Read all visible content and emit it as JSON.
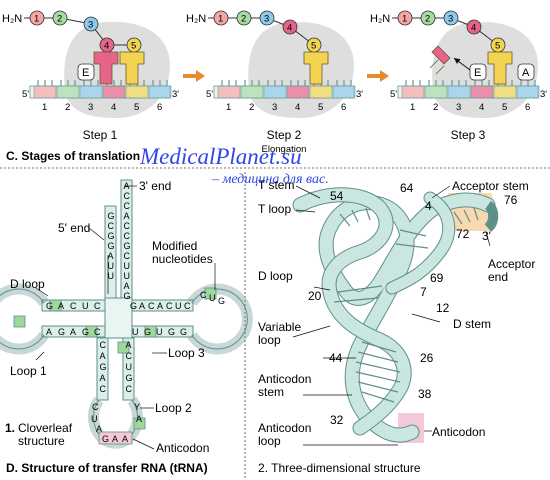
{
  "translation": {
    "h2n": "H₂N",
    "chain_numbers": [
      "1",
      "2",
      "3",
      "4",
      "5"
    ],
    "steps": [
      "Step 1",
      "Step 2",
      "Step 3"
    ],
    "step2_sub": "Elongation",
    "site_e": "E",
    "site_a": "A",
    "prime5": "5'",
    "prime3": "3'",
    "codon_numbers": [
      "1",
      "2",
      "3",
      "4",
      "5",
      "6"
    ],
    "section_title": "C. Stages of translation"
  },
  "watermark": {
    "site": "MedicalPlanet.su",
    "tagline": "– медицина для вас."
  },
  "cloverleaf": {
    "end3": "3' end",
    "end5": "5' end",
    "modified": "Modified\nnucleotides",
    "d_loop": "D loop",
    "loop1": "Loop 1",
    "loop2": "Loop 2",
    "loop3": "Loop 3",
    "anticodon": "Anticodon",
    "caption_num": "1.",
    "caption": "Cloverleaf\nstructure",
    "acceptor_bases": [
      "A",
      "C",
      "C",
      "A",
      "C",
      "C",
      "G",
      "C",
      "U",
      "U",
      "A",
      "G"
    ],
    "acceptor_pair_bases": [
      "G",
      "C",
      "G",
      "G",
      "A",
      "U",
      "U"
    ],
    "d_arm_top": [
      "G",
      "A",
      "C",
      "U",
      "C"
    ],
    "d_arm_bottom": [
      "A",
      "G",
      "A",
      "G",
      "C"
    ],
    "t_arm_top": [
      "G",
      "A",
      "C",
      "A",
      "C",
      "U",
      "C"
    ],
    "t_arm_bottom": [
      "U",
      "G",
      "U",
      "G",
      "G"
    ],
    "t_loop_letters": [
      "C",
      "U",
      "G"
    ],
    "anticodon_stem_left": [
      "C",
      "A",
      "G",
      "A",
      "C"
    ],
    "anticodon_stem_right": [
      "A",
      "C",
      "U",
      "G",
      "C"
    ],
    "anticodon_loop_letters": [
      "C",
      "U",
      "A",
      "A",
      "Y"
    ],
    "anticodon_bases": [
      "G",
      "A",
      "A"
    ]
  },
  "three_d": {
    "t_stem": "T stem",
    "t_loop": "T loop",
    "acceptor_stem": "Acceptor stem",
    "d_loop": "D loop",
    "acceptor_end": "Acceptor\nend",
    "d_stem": "D stem",
    "variable_loop": "Variable\nloop",
    "anticodon_stem": "Anticodon\nstem",
    "anticodon_loop": "Anticodon\nloop",
    "anticodon": "Anticodon",
    "prime3": "3'",
    "numbers": [
      "54",
      "64",
      "4",
      "76",
      "72",
      "69",
      "20",
      "7",
      "12",
      "44",
      "26",
      "38",
      "32"
    ],
    "caption": "2. Three-dimensional structure"
  },
  "section_d_title": "D. Structure of transfer RNA (tRNA)",
  "colors": {
    "chain1": "#f3a6a6",
    "chain2": "#a6dba3",
    "chain3": "#8ec8ea",
    "chain4": "#e66489",
    "chain5": "#f2d352",
    "ribosome": "#dedede",
    "trna": "#c9e6e1",
    "trna_stroke": "#5f8f8a",
    "green_base": "#9fd79a",
    "arrow": "#e8892b",
    "anticodon_box": "#f3c9d8",
    "acceptor_box": "#f6d9b0",
    "watermark": "#2f45e6"
  }
}
